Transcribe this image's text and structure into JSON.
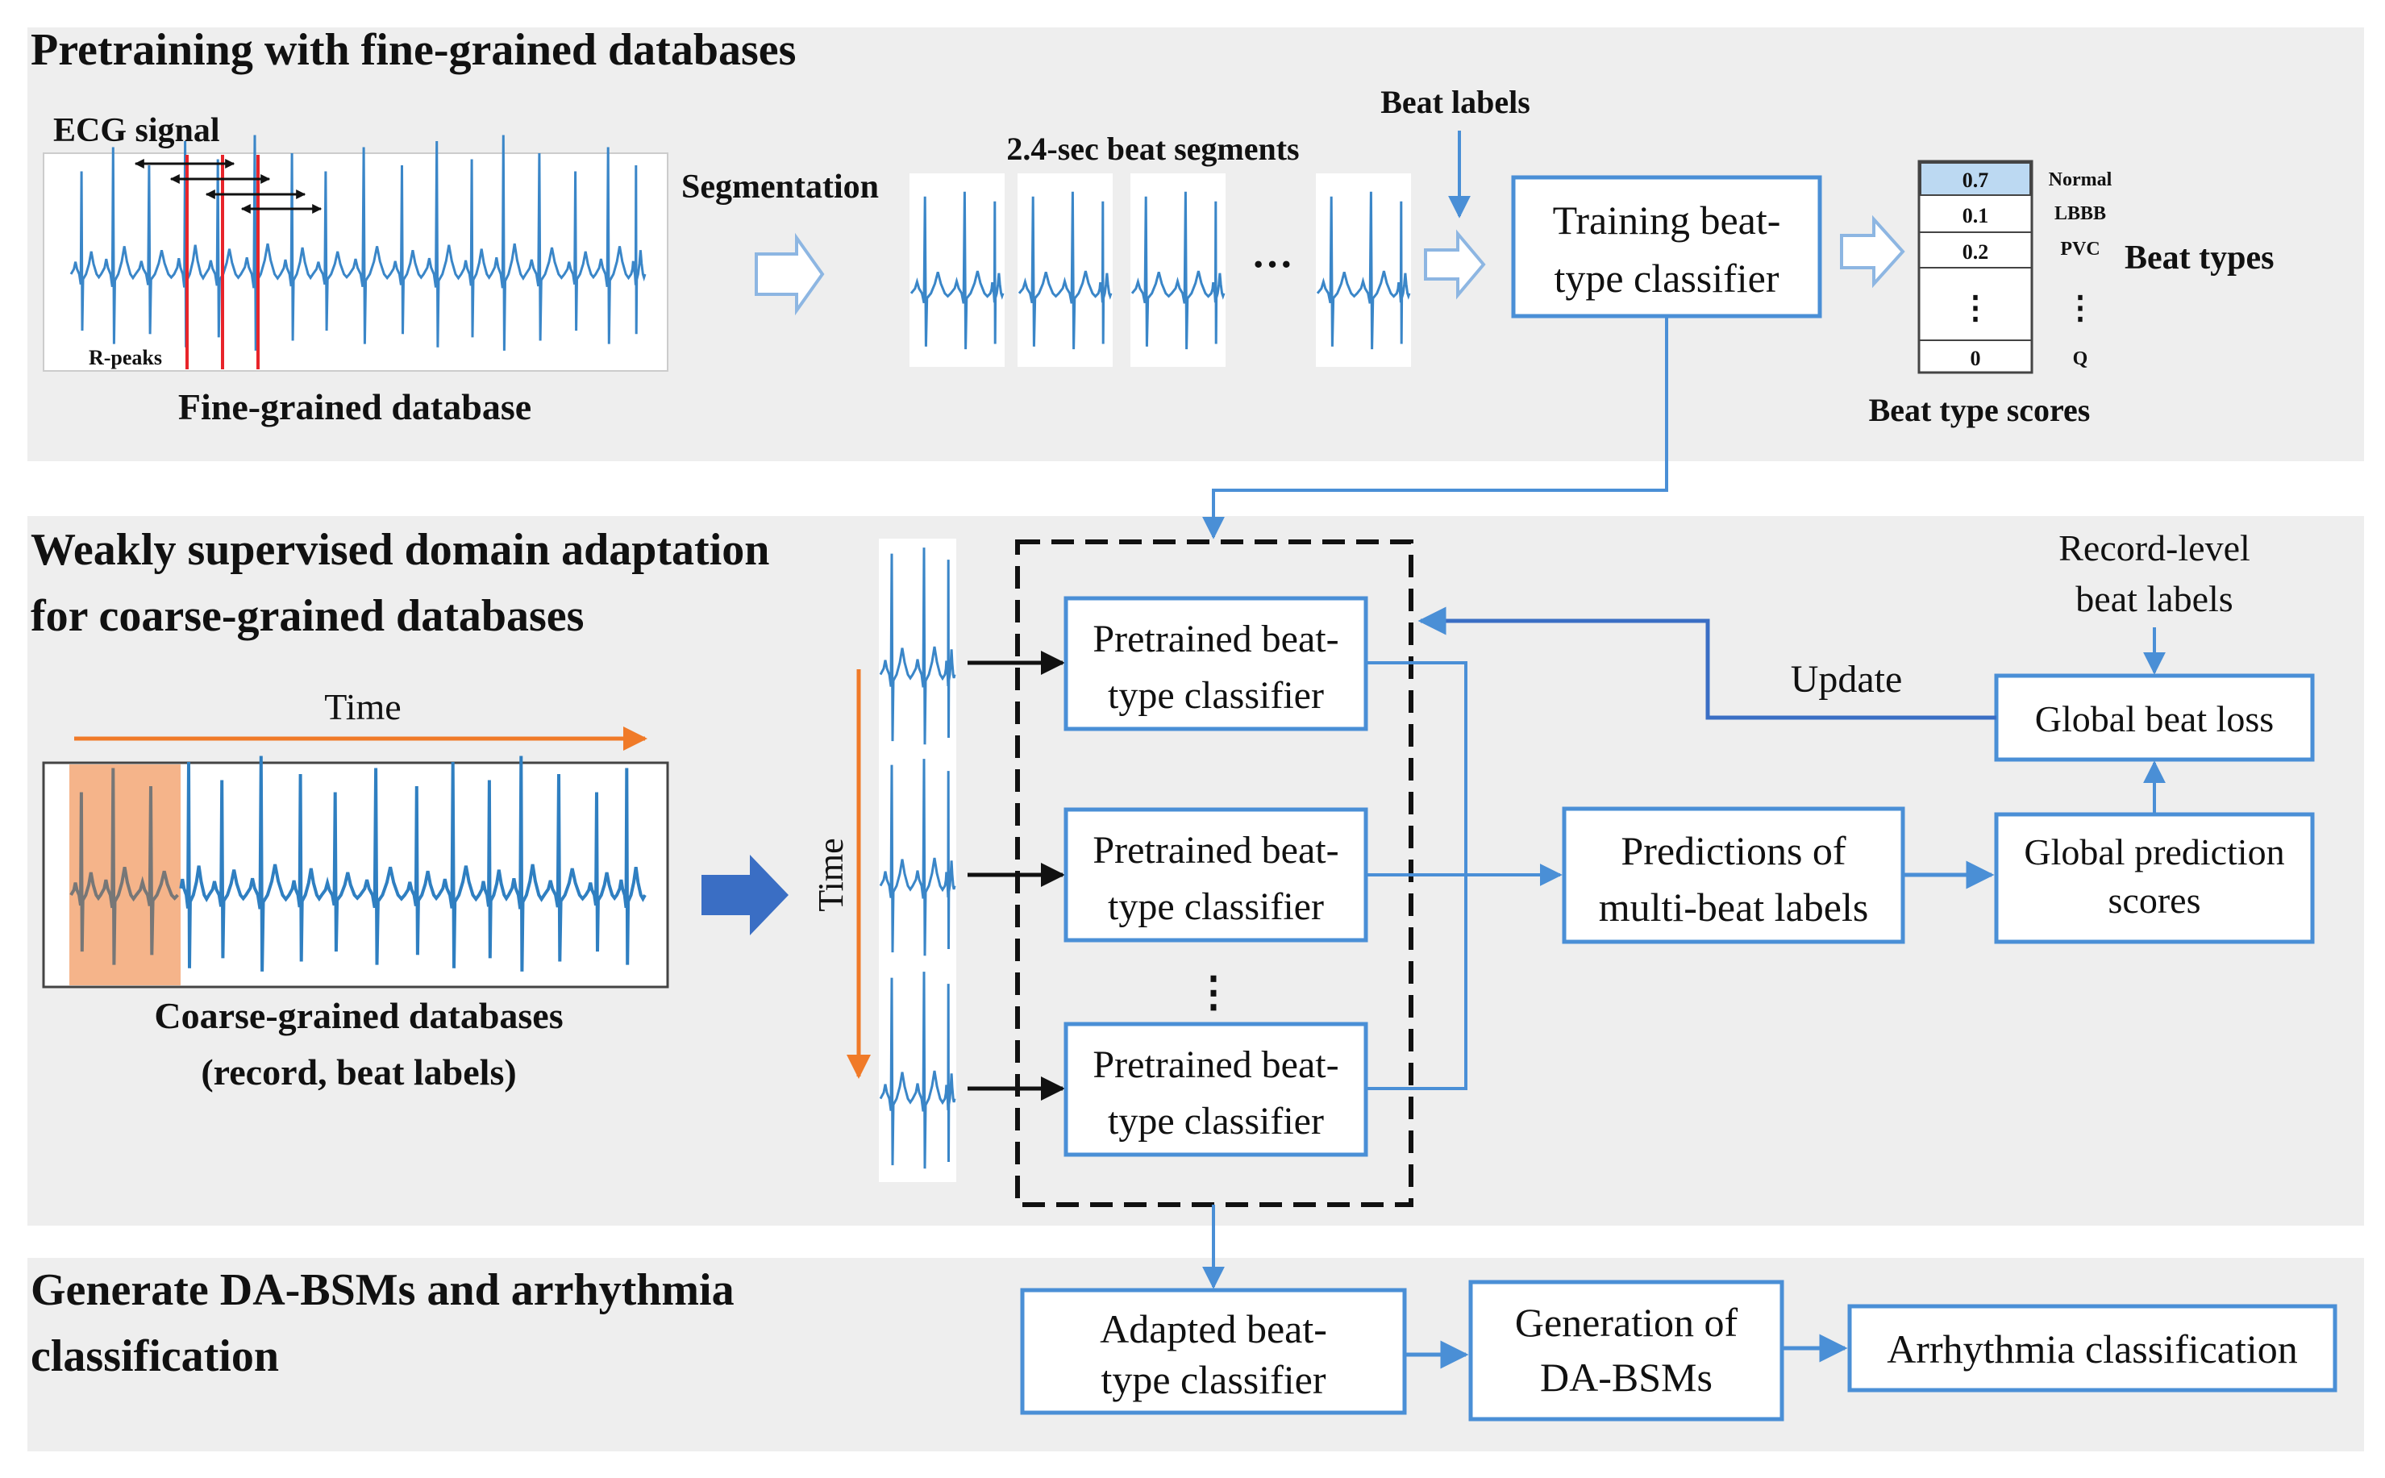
{
  "colors": {
    "panel_bg": "#eeeeee",
    "box_stroke": "#4a8fd6",
    "arrow_blue": "#4a8fd6",
    "ecg_blue": "#3a86c8",
    "r_peak_red": "#e8242a",
    "time_orange": "#f07a28",
    "highlight_orange": "#f5b48a",
    "filled_arrow": "#3a6ec4",
    "score_fill": "#bcd9f2"
  },
  "panel1": {
    "title": "Pretraining with fine-grained databases",
    "ecg_label": "ECG signal",
    "r_peaks_label": "R-peaks",
    "database_label": "Fine-grained database",
    "segmentation_label": "Segmentation",
    "segments_label": "2.4-sec beat segments",
    "segments_ellipsis": "···",
    "beat_labels": "Beat labels",
    "classifier_line1": "Training beat-",
    "classifier_line2": "type classifier",
    "beat_types_label": "Beat types",
    "scores_label": "Beat type scores",
    "score_rows": [
      {
        "value": "0.7",
        "type": "Normal"
      },
      {
        "value": "0.1",
        "type": "LBBB"
      },
      {
        "value": "0.2",
        "type": "PVC"
      },
      {
        "value": "0",
        "type": "Q"
      }
    ]
  },
  "panel2": {
    "title_line1": "Weakly supervised domain adaptation",
    "title_line2": "for coarse-grained databases",
    "time_label": "Time",
    "time_vertical_label": "Time",
    "database_line1": "Coarse-grained databases",
    "database_line2": "(record, beat labels)",
    "classifier_line1": "Pretrained beat-",
    "classifier_line2": "type classifier",
    "vertical_ellipsis": "⋮",
    "update_label": "Update",
    "record_labels_line1": "Record-level",
    "record_labels_line2": "beat labels",
    "global_loss": "Global beat loss",
    "global_scores_line1": "Global prediction",
    "global_scores_line2": "scores",
    "predictions_line1": "Predictions of",
    "predictions_line2": "multi-beat labels"
  },
  "panel3": {
    "title_line1": "Generate DA-BSMs and arrhythmia",
    "title_line2": "classification",
    "adapted_line1": "Adapted beat-",
    "adapted_line2": "type classifier",
    "generation_line1": "Generation of",
    "generation_line2": "DA-BSMs",
    "arrhythmia": "Arrhythmia classification"
  }
}
